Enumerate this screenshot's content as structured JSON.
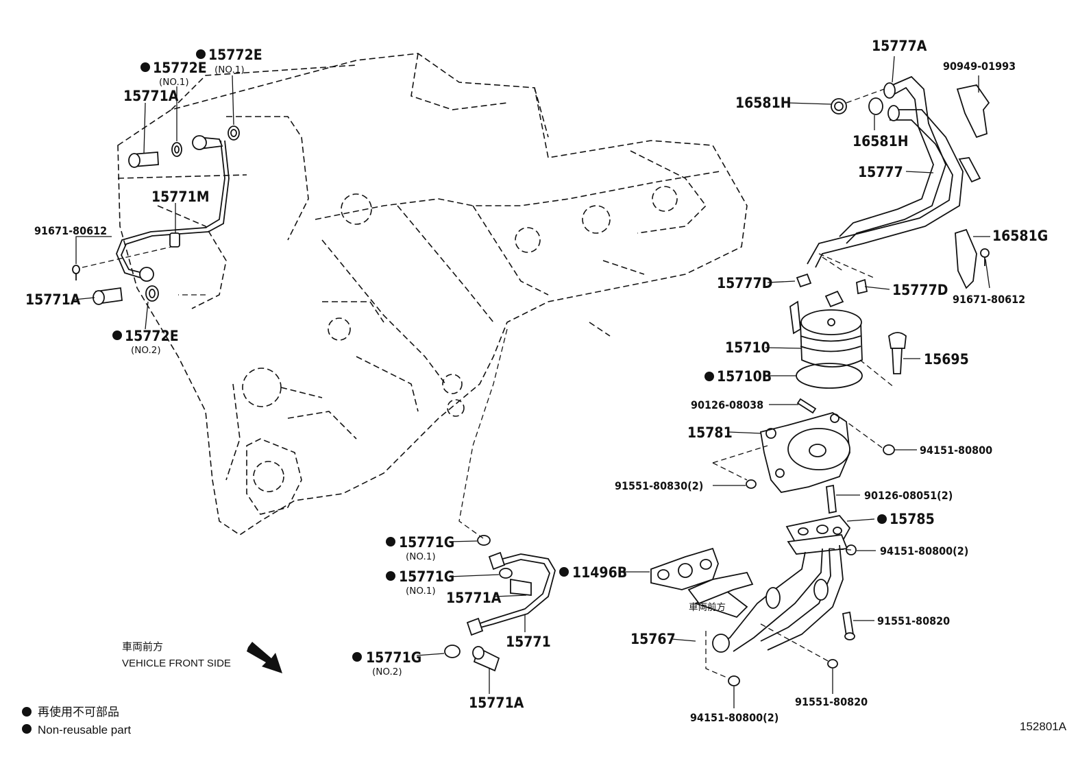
{
  "diagram_id": "152801A",
  "legend": {
    "jp": "再使用不可部品",
    "en": "Non-reusable part"
  },
  "direction": {
    "jp": "車両前方",
    "en": "VEHICLE FRONT SIDE"
  },
  "inline_direction_jp": "車両前方",
  "labels": {
    "p15772e_a": "15772E",
    "p15772e_a_sub": "(NO.1)",
    "p15772e_b": "15772E",
    "p15772e_b_sub": "(NO.1)",
    "p15771a_top": "15771A",
    "p15771m": "15771M",
    "p91671_left": "91671-80612",
    "p15771a_left": "15771A",
    "p15772e_c": "15772E",
    "p15772e_c_sub": "(NO.2)",
    "p15777a": "15777A",
    "p90949": "90949-01993",
    "p16581h_left": "16581H",
    "p16581h_mid": "16581H",
    "p15777": "15777",
    "p16581g": "16581G",
    "p91671_right": "91671-80612",
    "p15777d_left": "15777D",
    "p15777d_right": "15777D",
    "p15710": "15710",
    "p15695": "15695",
    "p15710b": "15710B",
    "p90126_08038": "90126-08038",
    "p15781": "15781",
    "p94151_a": "94151-80800",
    "p91551_80830": "91551-80830(2)",
    "p90126_08051": "90126-08051(2)",
    "p15785": "15785",
    "p94151_b": "94151-80800(2)",
    "p11496b": "11496B",
    "p91551_80820_a": "91551-80820",
    "p15767": "15767",
    "p91551_80820_b": "91551-80820",
    "p94151_c": "94151-80800(2)",
    "p15771g_a": "15771G",
    "p15771g_a_sub": "(NO.1)",
    "p15771g_b": "15771G",
    "p15771g_b_sub": "(NO.1)",
    "p15771a_low": "15771A",
    "p15771": "15771",
    "p15771g_c": "15771G",
    "p15771g_c_sub": "(NO.2)",
    "p15771a_bottom": "15771A"
  }
}
